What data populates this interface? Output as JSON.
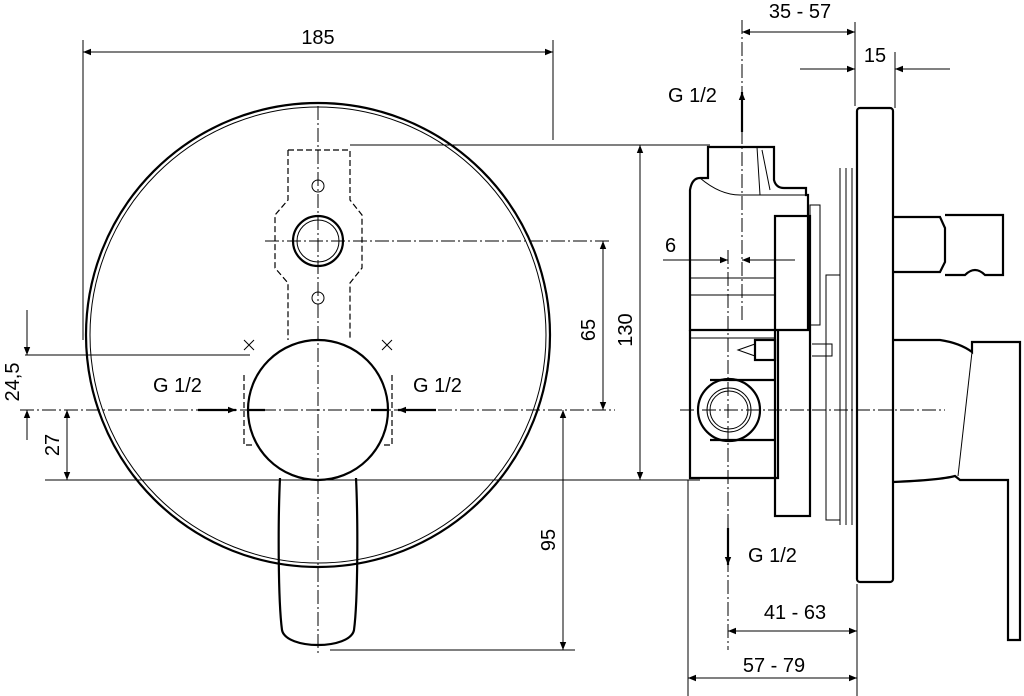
{
  "drawing": {
    "front_view": {
      "width_label": "185",
      "height_label": "130",
      "inlet_spacing_label": "65",
      "lever_length_label": "95",
      "offset_label_1": "24,5",
      "offset_label_2": "27",
      "left_inlet_label": "G 1/2",
      "right_inlet_label": "G 1/2"
    },
    "side_view": {
      "depth_range_label": "35 - 57",
      "plate_thickness_label": "15",
      "top_outlet_label": "G 1/2",
      "bottom_outlet_label": "G 1/2",
      "offset_label": "6",
      "install_range_1_label": "41 - 63",
      "install_range_2_label": "57 - 79"
    }
  }
}
